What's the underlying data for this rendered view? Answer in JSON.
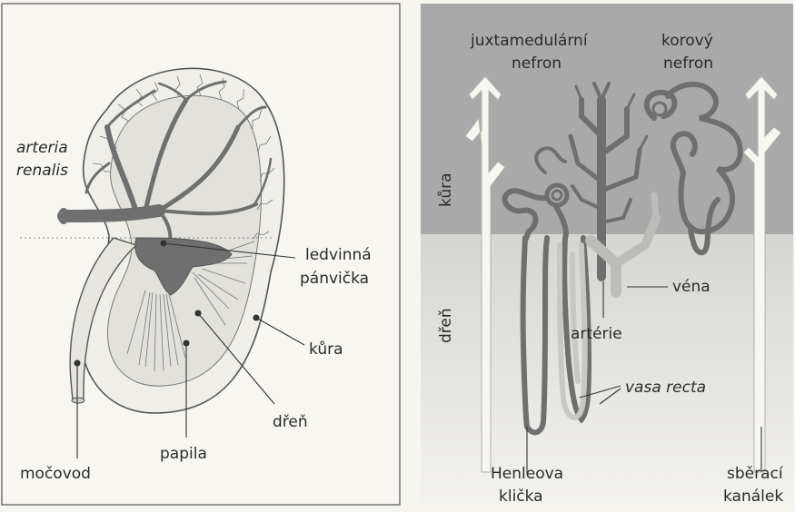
{
  "kidney": {
    "labels": {
      "arteria_renalis_line1": "arteria",
      "arteria_renalis_line2": "renalis",
      "ledvinna_panvicka_line1": "ledvinná",
      "ledvinna_panvicka_line2": "pánvička",
      "kura": "kůra",
      "dren": "dřeň",
      "papila": "papila",
      "mocovod": "močovod"
    }
  },
  "nephron": {
    "labels": {
      "juxtamedullary_line1": "juxtamedulární",
      "juxtamedullary_line2": "nefron",
      "cortical_line1": "korový",
      "cortical_line2": "nefron",
      "zone_kura": "kůra",
      "zone_dren": "dřeň",
      "vena": "véna",
      "arterie": "artérie",
      "vasa_recta": "vasa recta",
      "henle_line1": "Henleova",
      "henle_line2": "klička",
      "collecting_line1": "sběrací",
      "collecting_line2": "kanálek"
    }
  },
  "colors": {
    "vessel": "#6f6f6f",
    "vessel_light": "#b9b9b9",
    "cortex_band": "#a9a9a9",
    "medulla_band": "#d9d9d6",
    "background": "#f6f5ef"
  }
}
